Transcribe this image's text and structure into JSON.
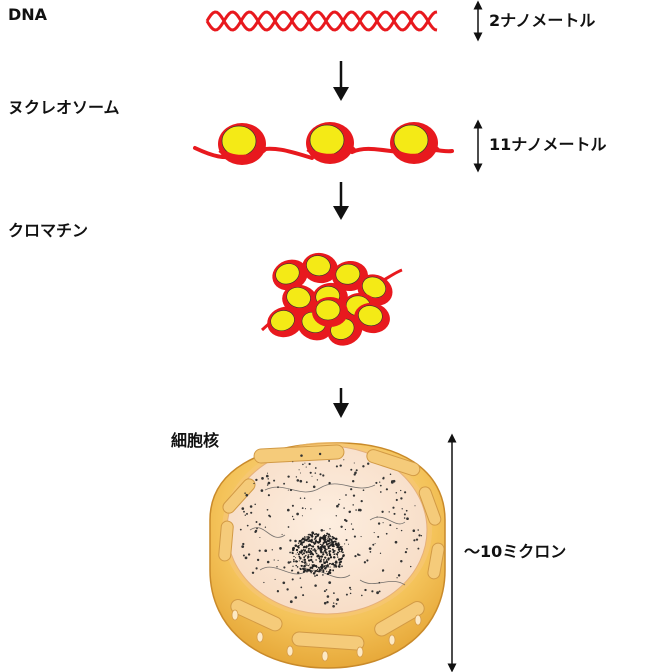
{
  "stages": [
    {
      "id": "dna",
      "label": "DNA",
      "size_label": "2ナノメートル"
    },
    {
      "id": "nucleosome",
      "label": "ヌクレオソーム",
      "size_label": "11ナノメートル"
    },
    {
      "id": "chromatin",
      "label": "クロマチン",
      "size_label": ""
    },
    {
      "id": "nucleus",
      "label": "細胞核",
      "size_label": "～10ミクロン"
    }
  ],
  "colors": {
    "dna_red": "#e8191e",
    "histone_yellow": "#f4ea16",
    "nucleus_rim": "#f2c56c",
    "nucleus_inner": "#fbe7d2",
    "arrow": "#111111"
  }
}
